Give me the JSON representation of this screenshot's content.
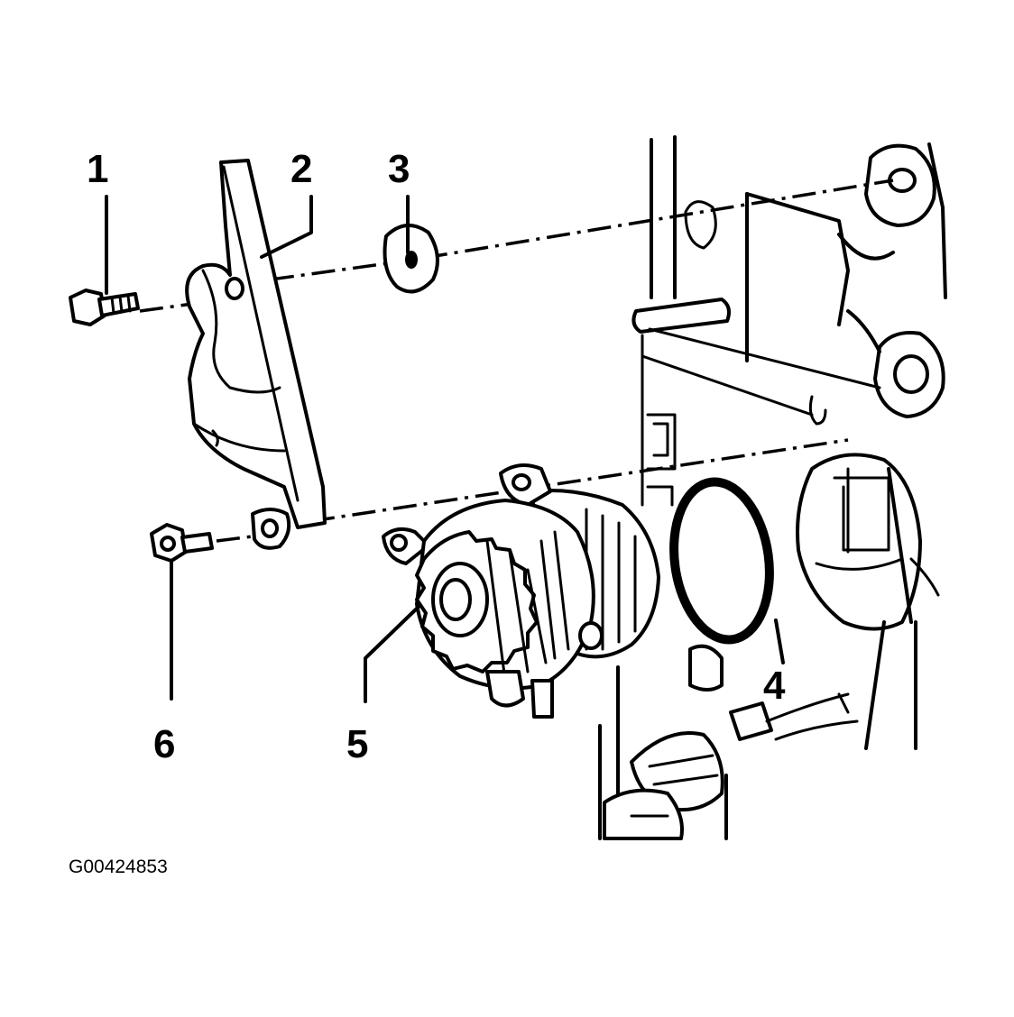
{
  "figure_id": "G00424853",
  "callouts": [
    {
      "label": "1"
    },
    {
      "label": "2"
    },
    {
      "label": "3"
    },
    {
      "label": "4"
    },
    {
      "label": "5"
    },
    {
      "label": "6"
    }
  ],
  "colors": {
    "ink": "#000000",
    "background": "#ffffff"
  }
}
